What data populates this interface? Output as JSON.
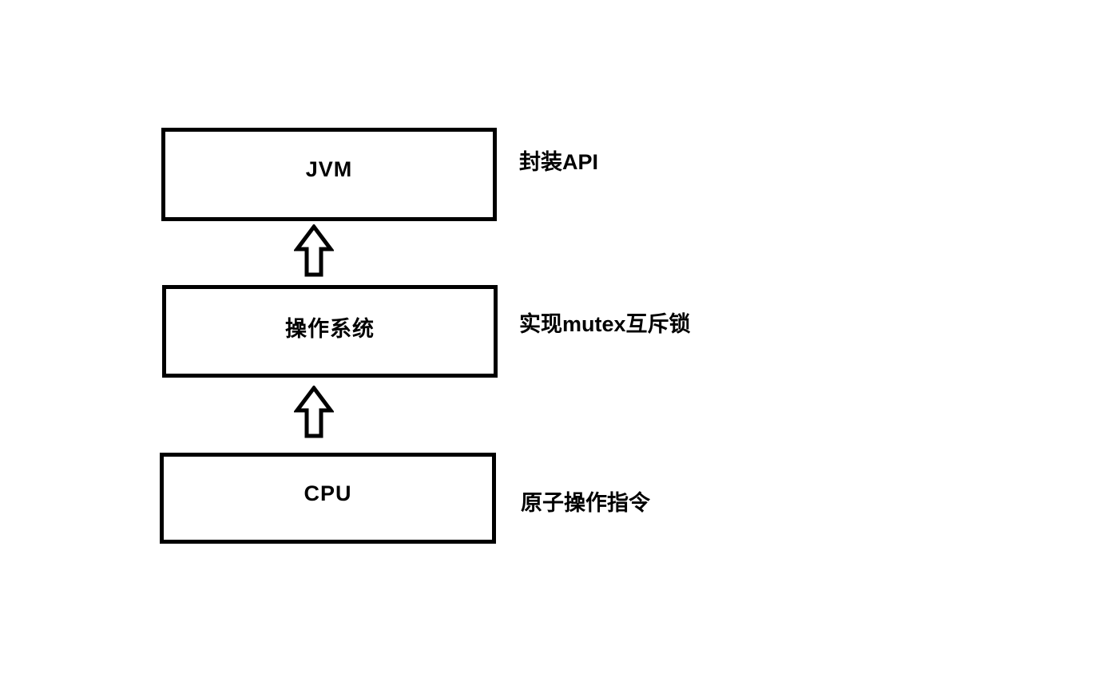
{
  "diagram": {
    "description": "Three-layer stack diagram showing how mutex locking is built up from CPU to JVM",
    "colors": {
      "stroke": "#000000",
      "background": "#ffffff",
      "text": "#000000"
    },
    "layers": [
      {
        "box": "JVM",
        "annotation": "封装API"
      },
      {
        "box": "操作系统",
        "annotation": "实现mutex互斥锁"
      },
      {
        "box": "CPU",
        "annotation": "原子操作指令"
      }
    ],
    "arrows": [
      {
        "name": "os-to-jvm",
        "direction": "up"
      },
      {
        "name": "cpu-to-os",
        "direction": "up"
      }
    ]
  }
}
